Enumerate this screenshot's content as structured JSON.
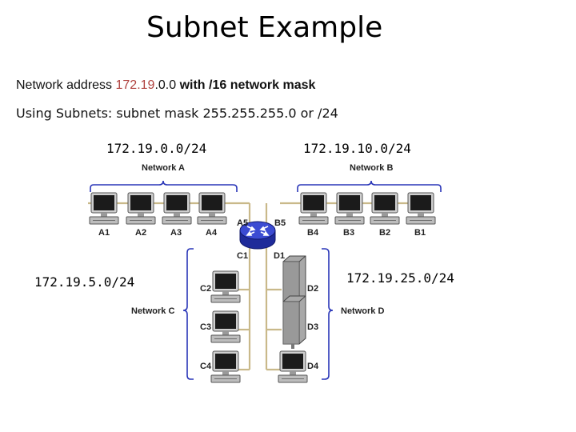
{
  "title": "Subnet Example",
  "line1": {
    "prefix": "Network address ",
    "red": "172.19",
    "middle": ".0.0",
    "suffix": " with /16 network mask"
  },
  "line2": "Using Subnets: subnet mask 255.255.255.0 or /24",
  "subnets": {
    "a": "172.19.0.0/24",
    "b": "172.19.10.0/24",
    "c": "172.19.5.0/24",
    "d": "172.19.25.0/24"
  },
  "networks": {
    "a": "Network A",
    "b": "Network B",
    "c": "Network C",
    "d": "Network D"
  },
  "ports": {
    "a5": "A5",
    "b5": "B5",
    "c1": "C1",
    "d1": "D1"
  },
  "hosts": {
    "a": [
      "A1",
      "A2",
      "A3",
      "A4"
    ],
    "b": [
      "B4",
      "B3",
      "B2",
      "B1"
    ],
    "c": [
      "C2",
      "C3",
      "C4"
    ],
    "d": [
      "D2",
      "D3",
      "D4"
    ]
  },
  "colors": {
    "brace": "#2a36b8",
    "router": "#2f3fc4",
    "wire": "#c9b98a",
    "network_address_highlight": "#b0413e"
  }
}
